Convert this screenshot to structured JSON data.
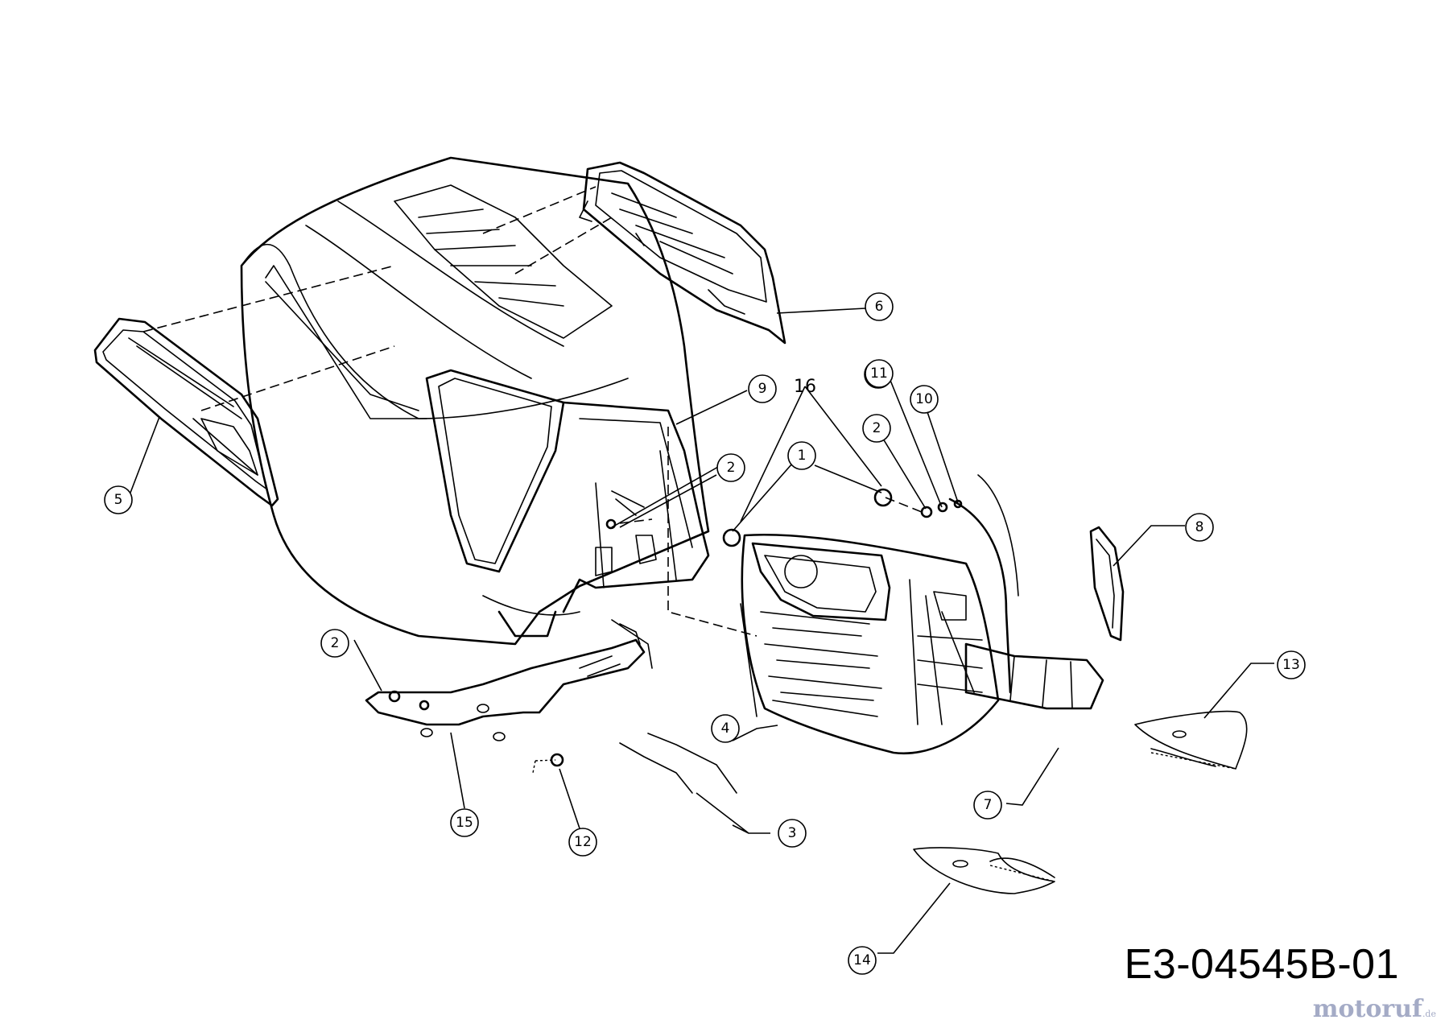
{
  "drawing": {
    "code": "E3-04545B-01",
    "watermark": "motoruf",
    "watermark_suffix": ".de"
  },
  "callouts": [
    {
      "id": "c1a",
      "label": "1"
    },
    {
      "id": "c1b",
      "label": "1"
    },
    {
      "id": "c2a",
      "label": "2"
    },
    {
      "id": "c2b",
      "label": "2"
    },
    {
      "id": "c2c",
      "label": "2"
    },
    {
      "id": "c3",
      "label": "3"
    },
    {
      "id": "c4",
      "label": "4"
    },
    {
      "id": "c5",
      "label": "5"
    },
    {
      "id": "c6",
      "label": "6"
    },
    {
      "id": "c7",
      "label": "7"
    },
    {
      "id": "c8",
      "label": "8"
    },
    {
      "id": "c9",
      "label": "9"
    },
    {
      "id": "c10",
      "label": "10"
    },
    {
      "id": "c11",
      "label": "11"
    },
    {
      "id": "c12",
      "label": "12"
    },
    {
      "id": "c13",
      "label": "13"
    },
    {
      "id": "c14",
      "label": "14"
    },
    {
      "id": "c15",
      "label": "15"
    }
  ],
  "plain_labels": [
    {
      "id": "p16",
      "label": "16"
    }
  ],
  "colors": {
    "line": "#000000",
    "background": "#ffffff",
    "watermark": "#a4abc6"
  }
}
